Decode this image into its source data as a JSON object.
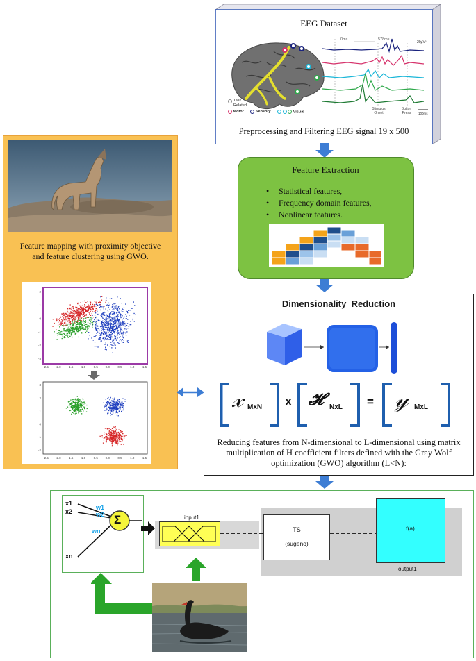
{
  "eeg": {
    "title": "EEG Dataset",
    "caption": "Preprocessing and Filtering EEG signal 19 x 500",
    "legend_task": "Task Related",
    "legend_motor": "Motor",
    "legend_sensory": "Sensory",
    "legend_visual": "Visual",
    "time_start": "0ms",
    "time_end": "578ms",
    "scale_label": "20µV²",
    "stimulus_label": "Stimulus Onset",
    "button_label": "Button Press",
    "timescale_label": "100ms",
    "colors": {
      "frame": "#3b5fb8",
      "motor": "#d6336c",
      "sensory": "#1a237e",
      "cyan": "#1ab6d8",
      "green": "#2ea84a",
      "darkgreen": "#1e7a33"
    }
  },
  "features": {
    "title": "Feature Extraction",
    "items": [
      "Statistical features,",
      "Frequency domain features,",
      "Nonlinear features."
    ],
    "colors": {
      "fill": "#7dc242",
      "border": "#4f8a2b"
    }
  },
  "gwo": {
    "caption": "Feature mapping with proximity objective and feature clustering using GWO.",
    "x_ticks": [
      "-2.5",
      "-2.0",
      "-1.5",
      "-1.0",
      "-0.5",
      "0.0",
      "0.5",
      "1.0",
      "1.5"
    ],
    "y_ticks_top": [
      "2",
      "1",
      "0",
      "-1",
      "-2",
      "-3"
    ],
    "y_ticks_bottom": [
      "3",
      "2",
      "1",
      "0",
      "-1",
      "-2"
    ],
    "colors": {
      "panel": "#f9c153",
      "border": "#e8a23a",
      "red": "#d62728",
      "green": "#2ca02c",
      "blue": "#1f3fbf",
      "purple": "#9b3aa6"
    }
  },
  "dimred": {
    "title": "Dimensionality  Reduction",
    "eq_x": "𝓍",
    "eq_x_sub": "MxN",
    "eq_times": "X",
    "eq_h": "𝓗",
    "eq_h_sub": "NxL",
    "eq_equals": "=",
    "eq_y": "𝓎",
    "eq_y_sub": "MxL",
    "caption": "Reducing features from N-dimensional to L-dimensional using matrix multiplication of H coefficient filters defined with the Gray Wolf optimization (GWO) algorithm (L<N):",
    "colors": {
      "cube": "#3d6ff0",
      "block": "#1f5be0",
      "bar": "#1d4ed8",
      "bracket": "#1f5fae"
    }
  },
  "fis": {
    "inputs": [
      "x1",
      "x2",
      "xn"
    ],
    "weights": [
      "w1",
      "w2",
      "wn"
    ],
    "sigma": "Σ",
    "input_label": "input1",
    "ts_label": "TS",
    "sugeno_label": "(sugeno)",
    "fa_label": "f(a)",
    "output_label": "output1",
    "colors": {
      "border": "#5ab05a",
      "neuron": "#f5f53a",
      "input": "#ffff55",
      "output": "#33ffff",
      "arrow": "#2aa52a",
      "weight": "#1aa3e8"
    }
  },
  "arrow_color": "#3d7dd4"
}
